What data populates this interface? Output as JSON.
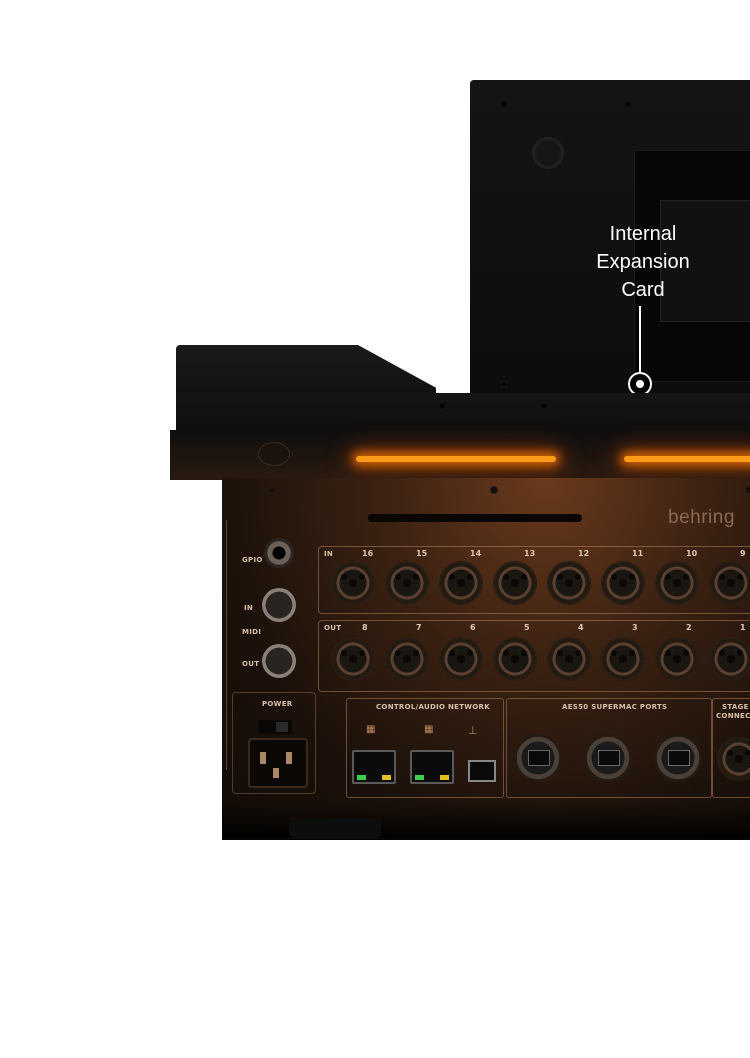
{
  "callout": {
    "line1": "Internal",
    "line2": "Expansion",
    "line3": "Card"
  },
  "brand": "behring",
  "panel": {
    "gpio_label": "GPIO",
    "midi_label": "MIDI",
    "midi_in_label": "IN",
    "midi_out_label": "OUT",
    "power_label": "POWER",
    "in_row_label": "IN",
    "out_row_label": "OUT",
    "input_channels": [
      "16",
      "15",
      "14",
      "13",
      "12",
      "11",
      "10",
      "9"
    ],
    "output_channels": [
      "8",
      "7",
      "6",
      "5",
      "4",
      "3",
      "2",
      "1"
    ],
    "network_label": "CONTROL/AUDIO NETWORK",
    "aes_label": "AES50 SUPERMAC PORTS",
    "stage_label_1": "STAGE",
    "stage_label_2": "CONNECT"
  },
  "colors": {
    "glow": "#ff9a1a",
    "panel": "#3c2212",
    "callout_text": "#ffffff"
  }
}
